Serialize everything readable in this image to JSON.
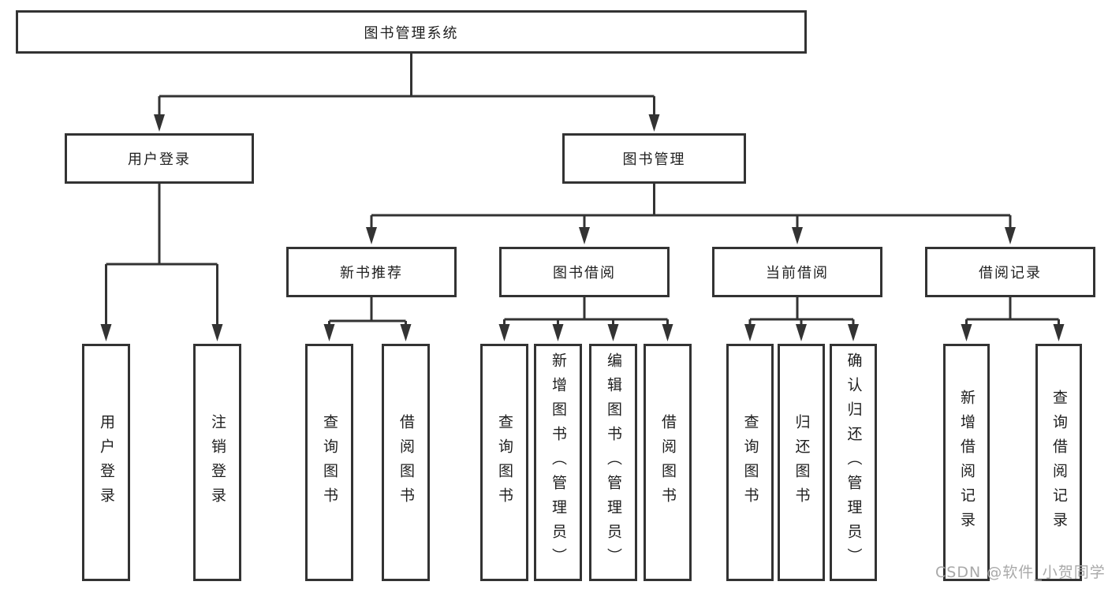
{
  "diagram": {
    "title": "图书管理系统",
    "colors": {
      "line": "#333333",
      "text": "#1f1f1f",
      "background": "#ffffff",
      "watermark": "#a9a9a9"
    },
    "nodes": {
      "root": {
        "label": "图书管理系统"
      },
      "login": {
        "label": "用户登录"
      },
      "mgmt": {
        "label": "图书管理"
      },
      "newbook": {
        "label": "新书推荐"
      },
      "borrow": {
        "label": "图书借阅"
      },
      "current": {
        "label": "当前借阅"
      },
      "records": {
        "label": "借阅记录"
      },
      "leaf_user_login": {
        "label": "用户登录"
      },
      "leaf_logout": {
        "label": "注销登录"
      },
      "leaf_nb_query": {
        "label": "查询图书"
      },
      "leaf_nb_borrow": {
        "label": "借阅图书"
      },
      "leaf_b_query": {
        "label": "查询图书"
      },
      "leaf_b_add": {
        "label": "新增图书（管理员）"
      },
      "leaf_b_edit": {
        "label": "编辑图书（管理员）"
      },
      "leaf_b_borrow": {
        "label": "借阅图书"
      },
      "leaf_c_query": {
        "label": "查询图书"
      },
      "leaf_c_return": {
        "label": "归还图书"
      },
      "leaf_c_confirm": {
        "label": "确认归还（管理员）"
      },
      "leaf_r_add": {
        "label": "新增借阅记录"
      },
      "leaf_r_query": {
        "label": "查询借阅记录"
      }
    },
    "watermark": "CSDN @软件_小贺同学"
  }
}
